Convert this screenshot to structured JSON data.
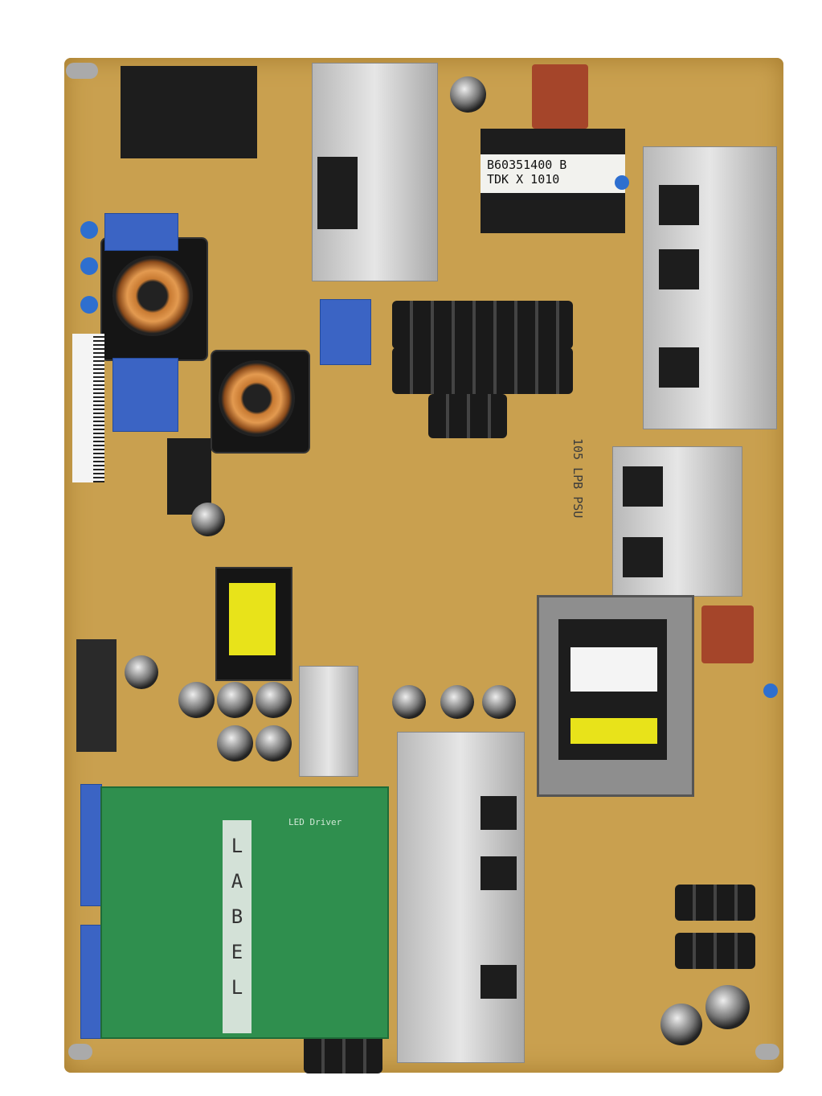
{
  "transformer_main": {
    "line1": "B60351400  B",
    "line2": "TDK X 1010"
  },
  "board_model": "105 LPB PSU",
  "led_board": {
    "title": "LED Driver",
    "sticker": "LABEL"
  },
  "colors": {
    "pcb": "#c9a04f",
    "led_board": "#2f8f4e",
    "heatsink": "#c8c8c8",
    "connector": "#3b64c4"
  }
}
